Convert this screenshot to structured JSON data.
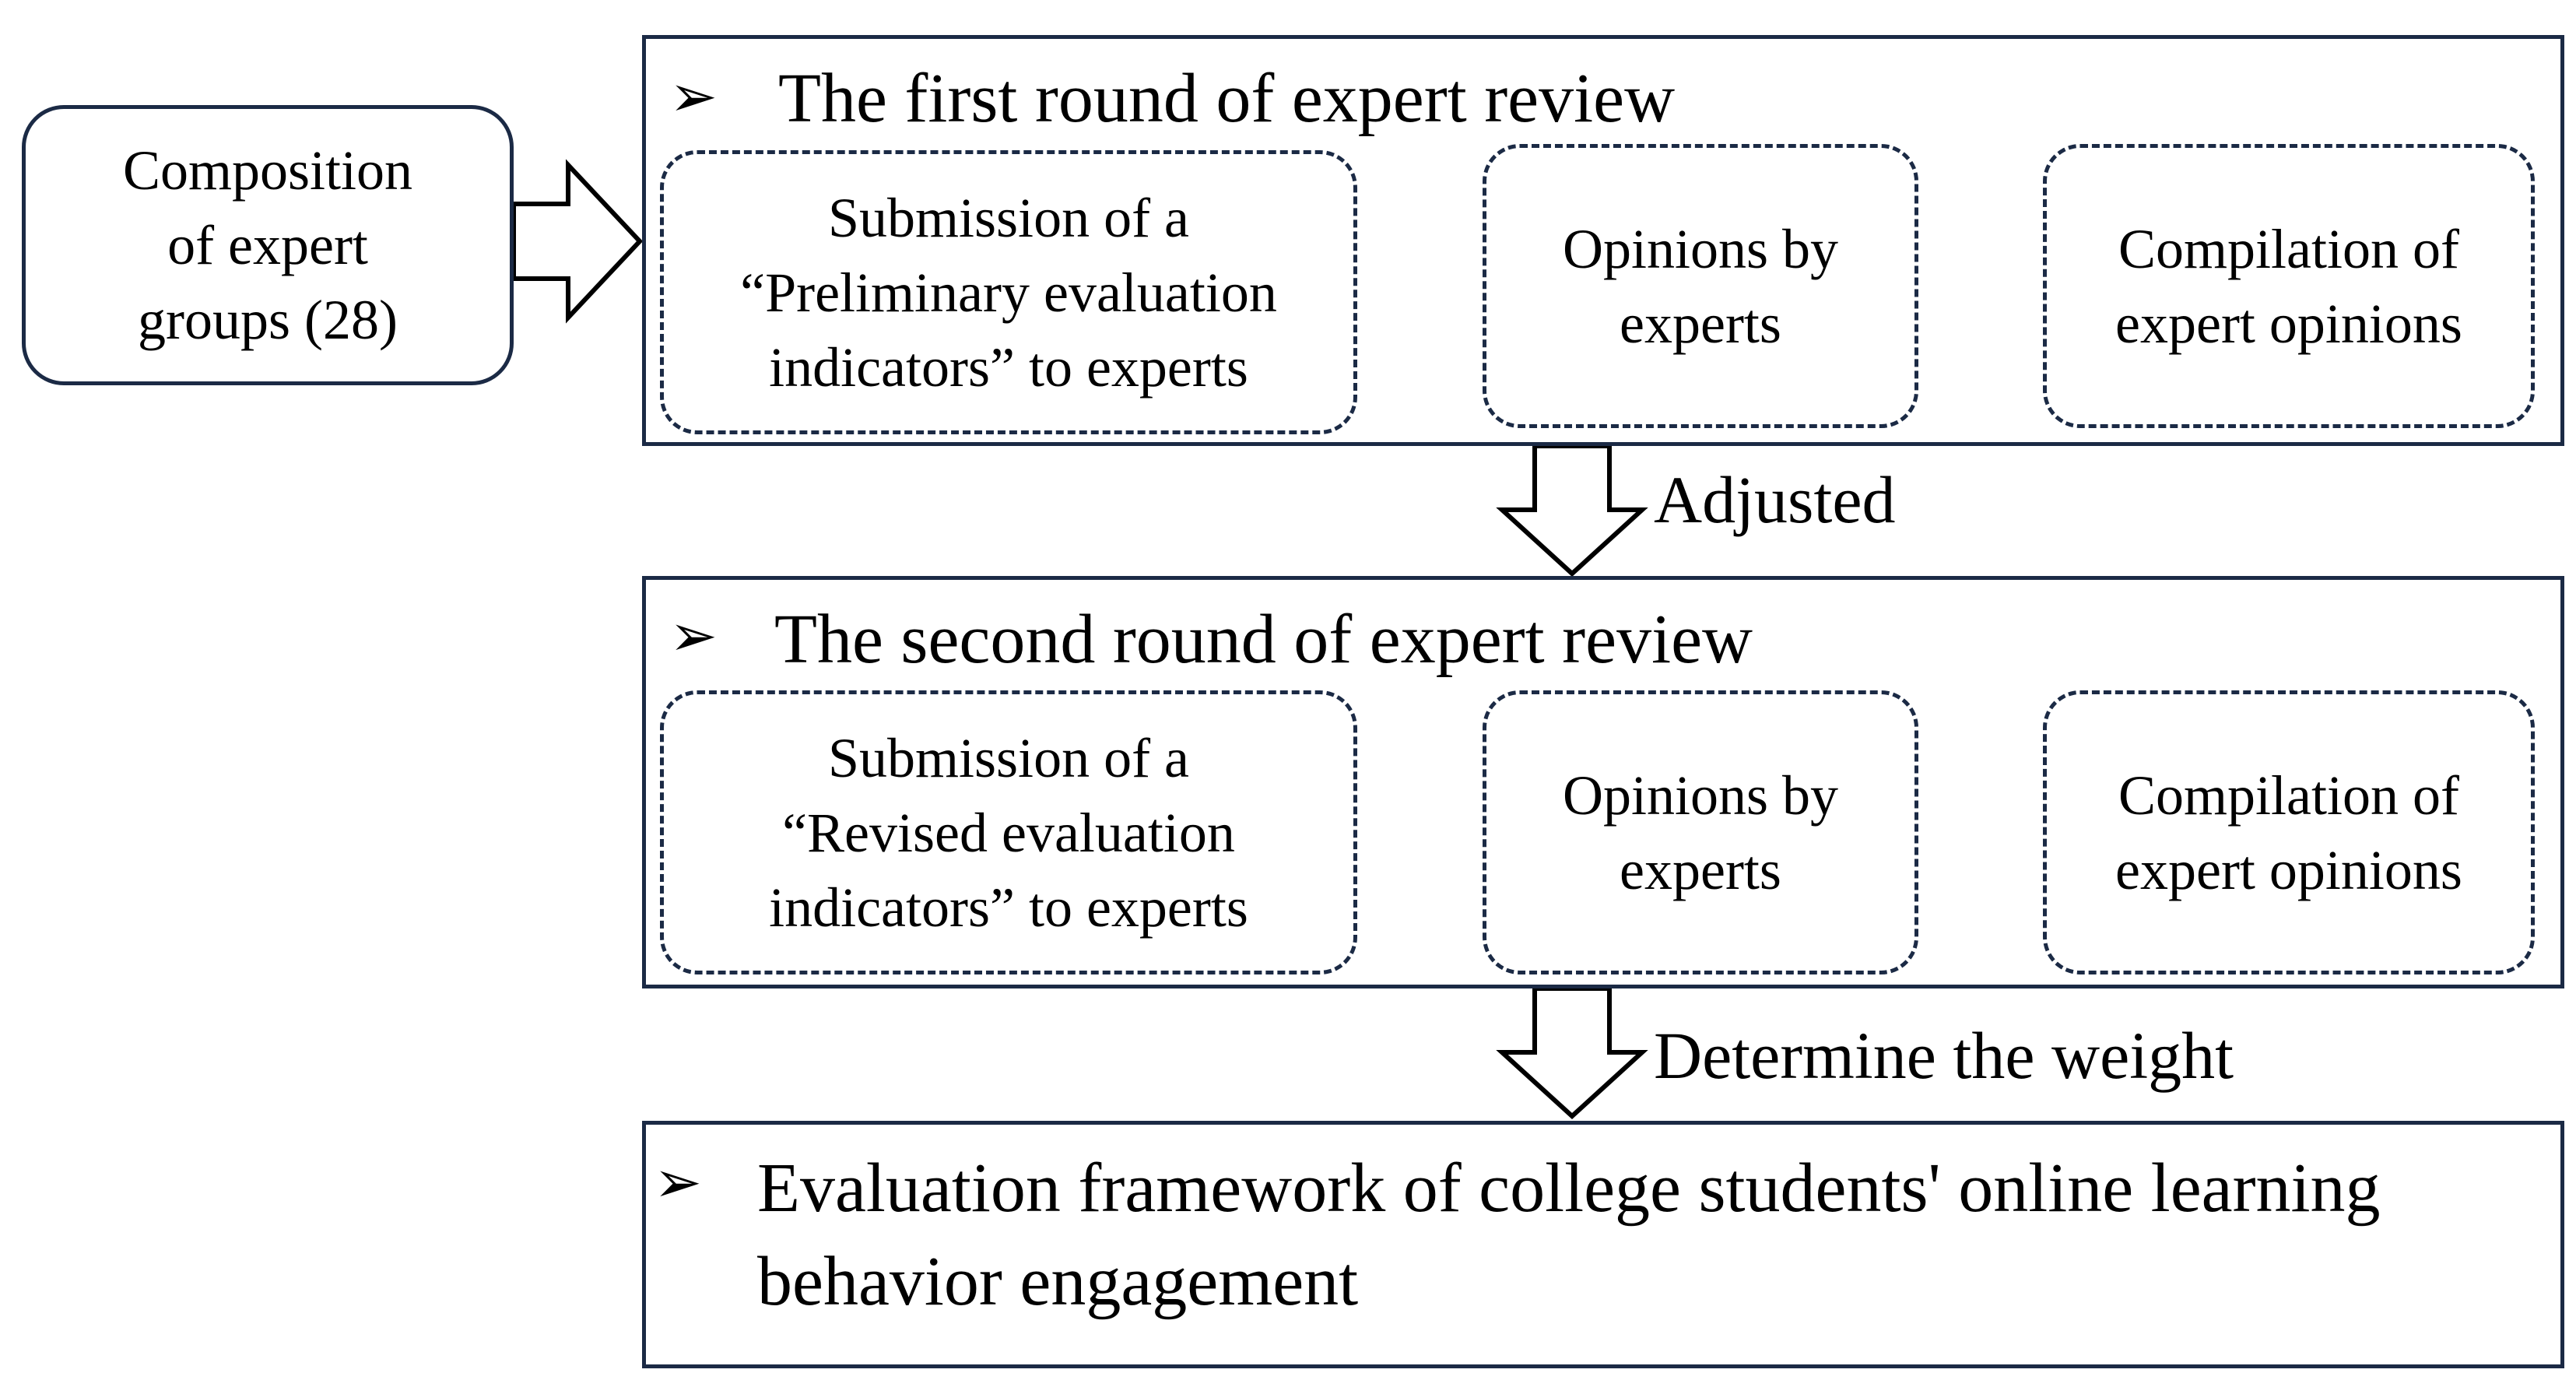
{
  "input_box": {
    "text": "Composition\nof expert\ngroups (28)"
  },
  "round1": {
    "bullet": "➢",
    "title": "The first round of expert review",
    "steps": [
      {
        "text": "Submission of a\n“Preliminary evaluation\nindicators” to experts"
      },
      {
        "text": "Opinions by\nexperts"
      },
      {
        "text": "Compilation of\nexpert opinions"
      }
    ]
  },
  "transition1": {
    "label": "Adjusted"
  },
  "round2": {
    "bullet": "➢",
    "title": "The second round of expert review",
    "steps": [
      {
        "text": "Submission of a\n“Revised evaluation\nindicators” to experts"
      },
      {
        "text": "Opinions by\nexperts"
      },
      {
        "text": "Compilation of\nexpert opinions"
      }
    ]
  },
  "transition2": {
    "label": "Determine the weight"
  },
  "result": {
    "bullet": "➢",
    "text": "Evaluation framework of college students' online learning behavior engagement"
  }
}
